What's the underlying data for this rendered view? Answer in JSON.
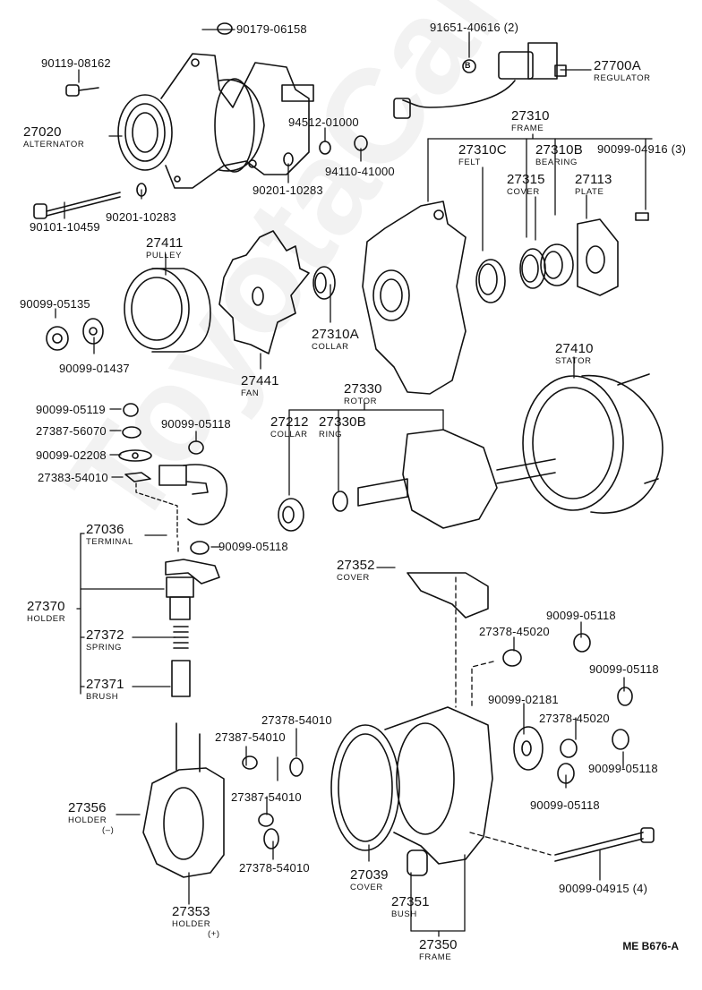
{
  "diagram": {
    "title": "Alternator exploded parts diagram",
    "drawing_code": "ME B676-A",
    "watermark": "ToyotaCarInfo.ru",
    "parts": [
      {
        "id": "p1",
        "number": "90179-06158",
        "name": ""
      },
      {
        "id": "p2",
        "number": "90119-08162",
        "name": ""
      },
      {
        "id": "p3",
        "number": "27020",
        "name": "ALTERNATOR"
      },
      {
        "id": "p4",
        "number": "94512-01000",
        "name": ""
      },
      {
        "id": "p5",
        "number": "94110-41000",
        "name": ""
      },
      {
        "id": "p6",
        "number": "90201-10283",
        "name": ""
      },
      {
        "id": "p7",
        "number": "90201-10283",
        "name": ""
      },
      {
        "id": "p8",
        "number": "90101-10459",
        "name": ""
      },
      {
        "id": "p9",
        "number": "91651-40616 (2)",
        "name": ""
      },
      {
        "id": "p10",
        "number": "27700A",
        "name": "REGULATOR"
      },
      {
        "id": "p11",
        "number": "27310",
        "name": "FRAME"
      },
      {
        "id": "p12",
        "number": "27310C",
        "name": "FELT"
      },
      {
        "id": "p13",
        "number": "27310B",
        "name": "BEARING"
      },
      {
        "id": "p14",
        "number": "90099-04916 (3)",
        "name": ""
      },
      {
        "id": "p15",
        "number": "27315",
        "name": "COVER"
      },
      {
        "id": "p16",
        "number": "27113",
        "name": "PLATE"
      },
      {
        "id": "p17",
        "number": "27411",
        "name": "PULLEY"
      },
      {
        "id": "p18",
        "number": "90099-05135",
        "name": ""
      },
      {
        "id": "p19",
        "number": "90099-01437",
        "name": ""
      },
      {
        "id": "p20",
        "number": "27441",
        "name": "FAN"
      },
      {
        "id": "p21",
        "number": "27310A",
        "name": "COLLAR"
      },
      {
        "id": "p22",
        "number": "27410",
        "name": "STATOR"
      },
      {
        "id": "p23",
        "number": "27330",
        "name": "ROTOR"
      },
      {
        "id": "p24",
        "number": "27212",
        "name": "COLLAR"
      },
      {
        "id": "p25",
        "number": "27330B",
        "name": "RING"
      },
      {
        "id": "p26",
        "number": "90099-05119",
        "name": ""
      },
      {
        "id": "p27",
        "number": "27387-56070",
        "name": ""
      },
      {
        "id": "p28",
        "number": "90099-05118",
        "name": ""
      },
      {
        "id": "p29",
        "number": "90099-02208",
        "name": ""
      },
      {
        "id": "p30",
        "number": "27383-54010",
        "name": ""
      },
      {
        "id": "p31",
        "number": "27036",
        "name": "TERMINAL"
      },
      {
        "id": "p32",
        "number": "90099-05118",
        "name": ""
      },
      {
        "id": "p33",
        "number": "27370",
        "name": "HOLDER"
      },
      {
        "id": "p34",
        "number": "27372",
        "name": "SPRING"
      },
      {
        "id": "p35",
        "number": "27371",
        "name": "BRUSH"
      },
      {
        "id": "p36",
        "number": "27352",
        "name": "COVER"
      },
      {
        "id": "p37",
        "number": "27378-45020",
        "name": ""
      },
      {
        "id": "p38",
        "number": "90099-05118",
        "name": ""
      },
      {
        "id": "p39",
        "number": "90099-05118",
        "name": ""
      },
      {
        "id": "p40",
        "number": "90099-02181",
        "name": ""
      },
      {
        "id": "p41",
        "number": "27378-45020",
        "name": ""
      },
      {
        "id": "p42",
        "number": "90099-05118",
        "name": ""
      },
      {
        "id": "p43",
        "number": "90099-05118",
        "name": ""
      },
      {
        "id": "p44",
        "number": "27378-54010",
        "name": ""
      },
      {
        "id": "p45",
        "number": "27387-54010",
        "name": ""
      },
      {
        "id": "p46",
        "number": "27387-54010",
        "name": ""
      },
      {
        "id": "p47",
        "number": "27378-54010",
        "name": ""
      },
      {
        "id": "p48",
        "number": "27356",
        "name": "HOLDER",
        "suffix": "(–)"
      },
      {
        "id": "p49",
        "number": "27353",
        "name": "HOLDER",
        "suffix": "(+)"
      },
      {
        "id": "p50",
        "number": "27039",
        "name": "COVER"
      },
      {
        "id": "p51",
        "number": "27351",
        "name": "BUSH"
      },
      {
        "id": "p52",
        "number": "27350",
        "name": "FRAME"
      },
      {
        "id": "p53",
        "number": "90099-04915 (4)",
        "name": ""
      }
    ],
    "b_marker": "B"
  }
}
